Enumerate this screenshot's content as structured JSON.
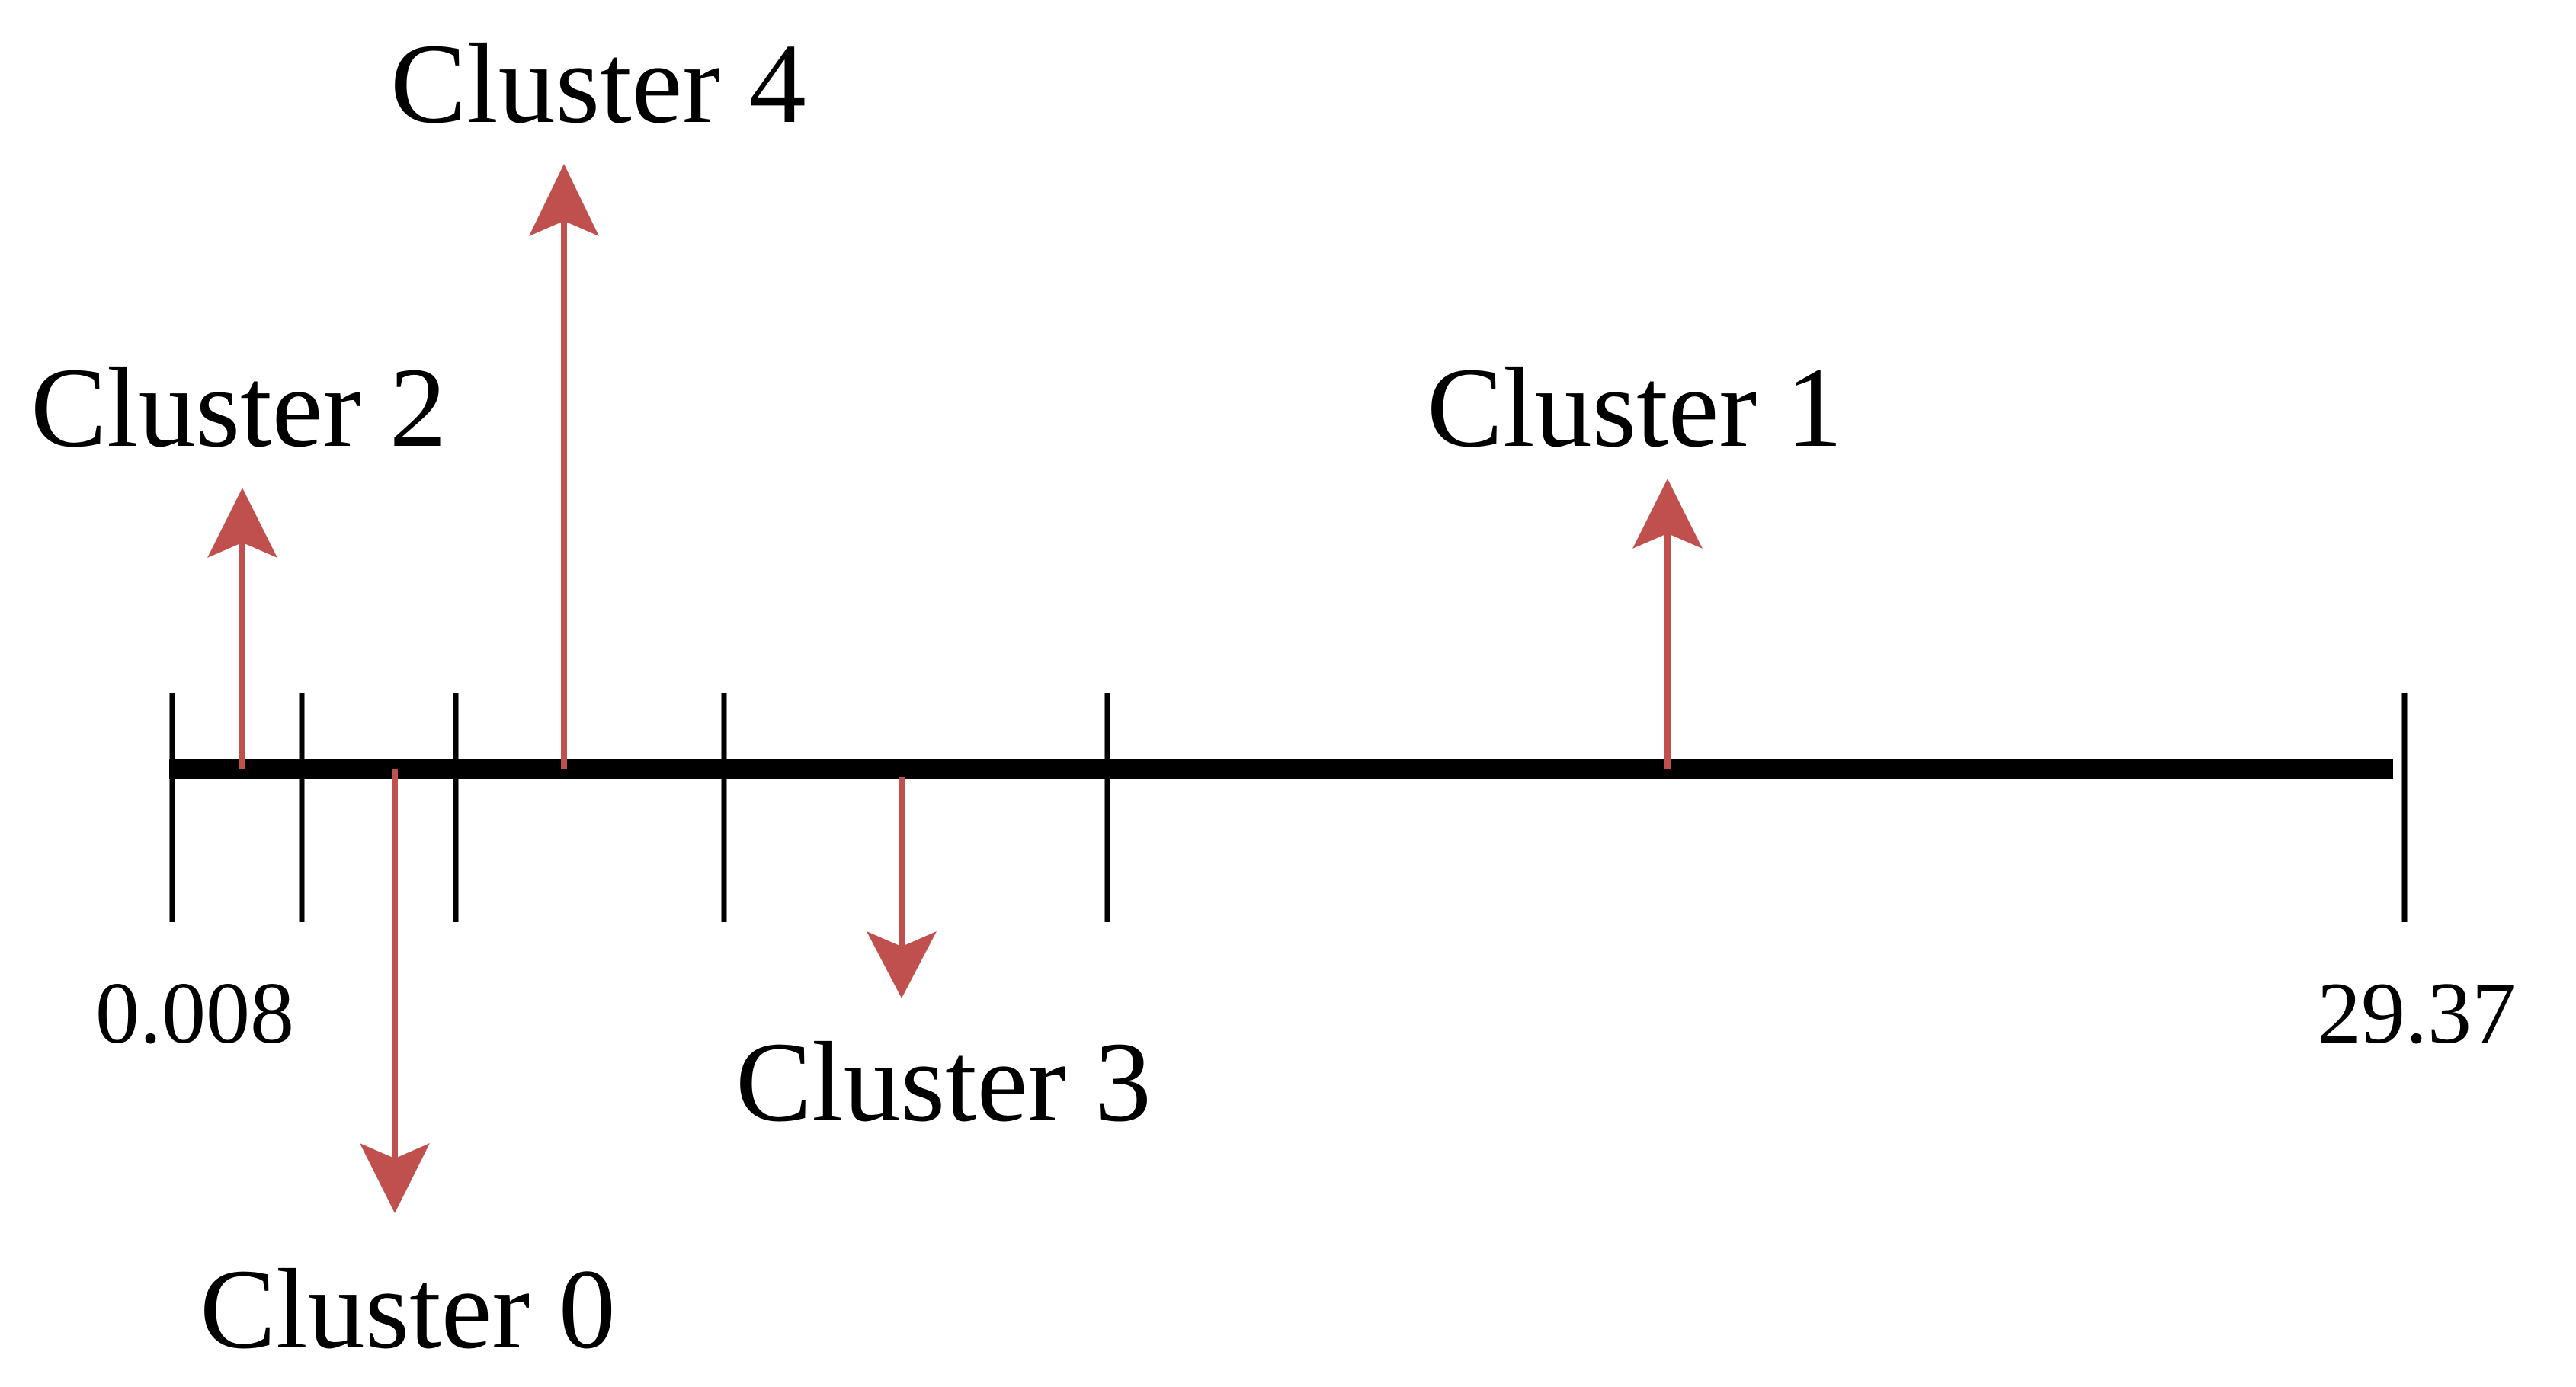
{
  "axis": {
    "min_label": "0.008",
    "max_label": "29.37"
  },
  "clusters": [
    {
      "label": "Cluster 2",
      "direction": "up"
    },
    {
      "label": "Cluster 0",
      "direction": "down"
    },
    {
      "label": "Cluster 4",
      "direction": "up"
    },
    {
      "label": "Cluster 3",
      "direction": "down"
    },
    {
      "label": "Cluster 1",
      "direction": "up"
    }
  ],
  "colors": {
    "axis": "#000000",
    "arrow": "#c0504d",
    "text": "#000000"
  }
}
